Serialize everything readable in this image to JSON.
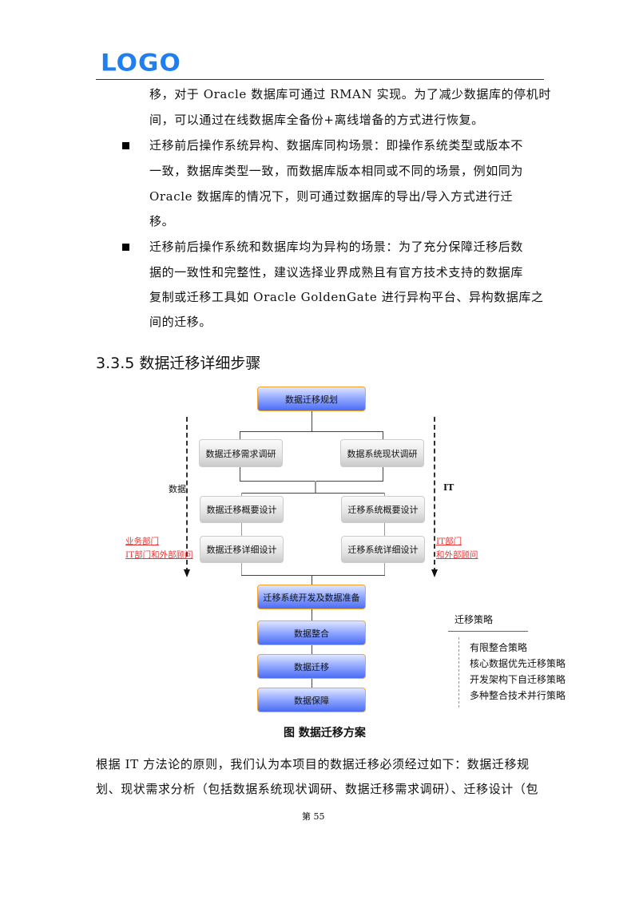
{
  "header": {
    "logo": "LOGO"
  },
  "body_lines": [
    "移，对于 Oracle 数据库可通过 RMAN 实现。为了减少数据库的停机时",
    "间，可以通过在线数据库全备份+离线增备的方式进行恢复。",
    "迁移前后操作系统异构、数据库同构场景：即操作系统类型或版本不",
    "一致，数据库类型一致，而数据库版本相同或不同的场景，例如同为",
    "Oracle 数据库的情况下，则可通过数据库的导出/导入方式进行迁",
    "移。",
    "迁移前后操作系统和数据库均为异构的场景：为了充分保障迁移后数",
    "据的一致性和完整性，建议选择业界成熟且有官方技术支持的数据库",
    "复制或迁移工具如 Oracle GoldenGate 进行异构平台、异构数据库之",
    "间的迁移。"
  ],
  "section_heading": "3.3.5  数据迁移详细步骤",
  "diagram": {
    "top": "数据迁移规划",
    "gray": [
      "数据迁移需求调研",
      "数据系统现状调研",
      "数据迁移概要设计",
      "迁移系统概要设计",
      "数据迁移详细设计",
      "迁移系统详细设计"
    ],
    "blue": [
      "迁移系统开发及数据准备",
      "数据整合",
      "数据迁移",
      "数据保障"
    ],
    "left_label": "数据",
    "right_label": "IT",
    "left_red": [
      "业务部门",
      "IT部门和外部顾问"
    ],
    "right_red": [
      "IT部门",
      "和外部顾问"
    ],
    "legend_title": "迁移策略",
    "legend_items": [
      "有限整合策略",
      "核心数据优先迁移策略",
      "开发架构下自迁移策略",
      "多种整合技术并行策略"
    ]
  },
  "caption": "图  数据迁移方案",
  "paragraph": [
    "根据 IT 方法论的原则，我们认为本项目的数据迁移必须经过如下：数据迁移规",
    "划、现状需求分析（包括数据系统现状调研、数据迁移需求调研）、迁移设计（包"
  ],
  "footer": "第  55"
}
